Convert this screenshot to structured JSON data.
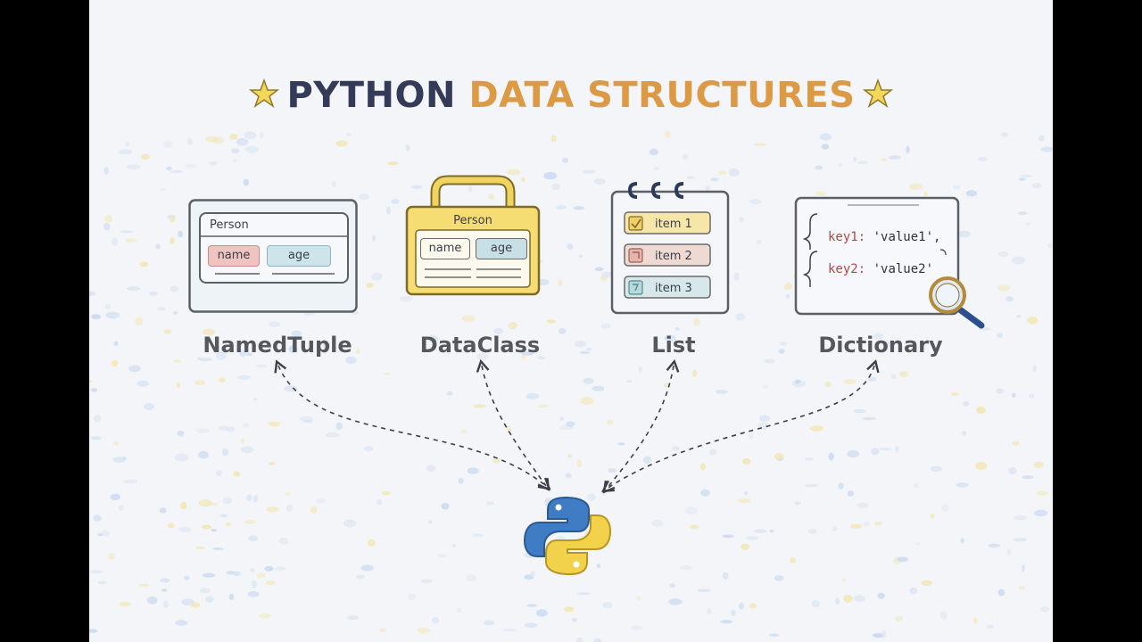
{
  "title": {
    "part1": "PYTHON",
    "part2": "DATA STRUCTURES"
  },
  "cards": [
    {
      "id": "namedtuple",
      "label": "NamedTuple",
      "header": "Person",
      "fields": [
        "name",
        "age"
      ]
    },
    {
      "id": "dataclass",
      "label": "DataClass",
      "header": "Person",
      "fields": [
        "name",
        "age"
      ]
    },
    {
      "id": "list",
      "label": "List",
      "items": [
        "item 1",
        "item 2",
        "item 3"
      ]
    },
    {
      "id": "dictionary",
      "label": "Dictionary",
      "entries": [
        {
          "key": "key1:",
          "value": "'value1',"
        },
        {
          "key": "key2:",
          "value": "'value2'"
        }
      ]
    }
  ],
  "colors": {
    "title_dark": "#343b58",
    "title_accent": "#dd9a45",
    "python_blue": "#3f7cc4",
    "python_yellow": "#f2d24b"
  },
  "icons": [
    "star-icon",
    "python-logo-icon",
    "magnifier-icon",
    "checkbox-icon"
  ]
}
